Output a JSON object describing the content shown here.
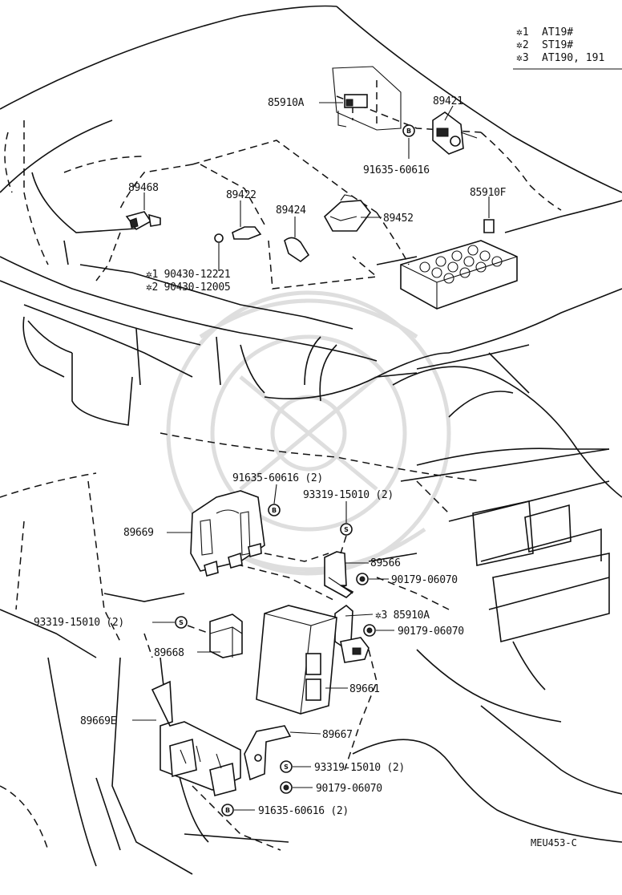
{
  "legend": [
    {
      "mark": "✲1",
      "text": "AT19#"
    },
    {
      "mark": "✲2",
      "text": "ST19#"
    },
    {
      "mark": "✲3",
      "text": "AT190, 191"
    }
  ],
  "parts": {
    "p85910A_top": "85910A",
    "p89421": "89421",
    "p91635_top": "91635-60616",
    "p89468": "89468",
    "p89422": "89422",
    "p89424": "89424",
    "p89452": "89452",
    "p85910F": "85910F",
    "p90430_a": "✲1  90430-12221",
    "p90430_b": "✲2  90430-12005",
    "p91635_mid": "91635-60616 (2)",
    "p93319_right": "93319-15010 (2)",
    "p89669": "89669",
    "p89566": "89566",
    "p90179_a": "90179-06070",
    "p93319_left": "93319-15010 (2)",
    "p85910A_low": "✲3  85910A",
    "p90179_b": "90179-06070",
    "p89668": "89668",
    "p89661": "89661",
    "p89669E": "89669E",
    "p89667": "89667",
    "p93319_low": "93319-15010 (2)",
    "p90179_c": "90179-06070",
    "p91635_low": "91635-60616 (2)"
  },
  "symbols": {
    "bolt": "B",
    "screw": "S"
  },
  "diagram_code": "MEU453-C"
}
